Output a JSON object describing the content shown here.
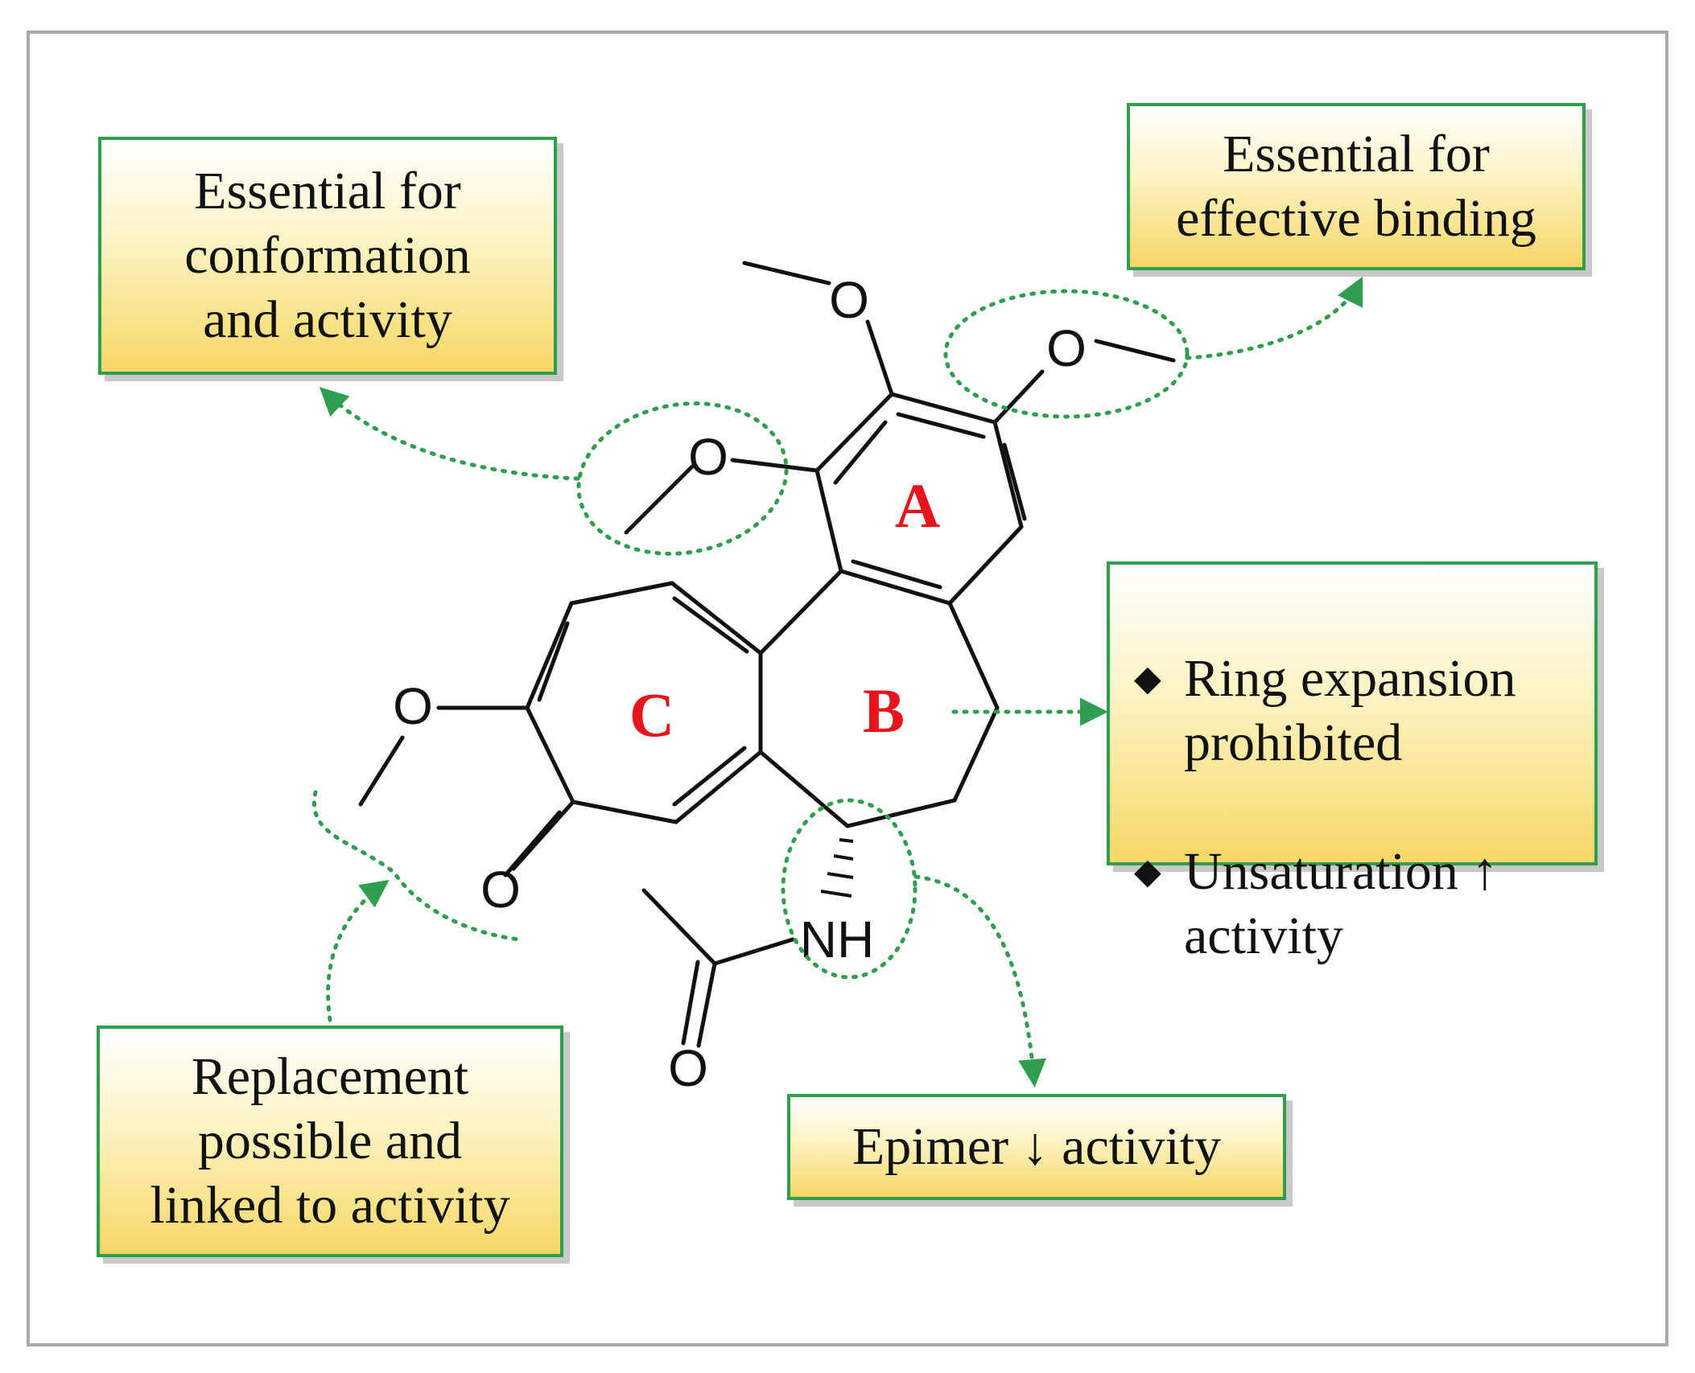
{
  "notes": {
    "conformation": "Essential for\nconformation\nand activity",
    "binding": "Essential for\neffective binding",
    "ring_bullets": [
      {
        "marker": "◆",
        "text": "Ring expansion\nprohibited"
      },
      {
        "marker": "◆",
        "text": "Unsaturation ↑\nactivity"
      }
    ],
    "epimer": "Epimer ↓ activity",
    "replacement": "Replacement\npossible and\nlinked to activity"
  },
  "ring_labels": {
    "a": "A",
    "b": "B",
    "c": "C"
  },
  "atoms": {
    "o_top_left": "O",
    "o_top_right": "O",
    "o_mid": "O",
    "o_ringc": "O",
    "o_ketone": "O",
    "nh": "NH",
    "o_amide": "O"
  },
  "colors": {
    "green": "#2f9e4f",
    "ring_label_red": "#e8141b",
    "bond": "#111111"
  }
}
